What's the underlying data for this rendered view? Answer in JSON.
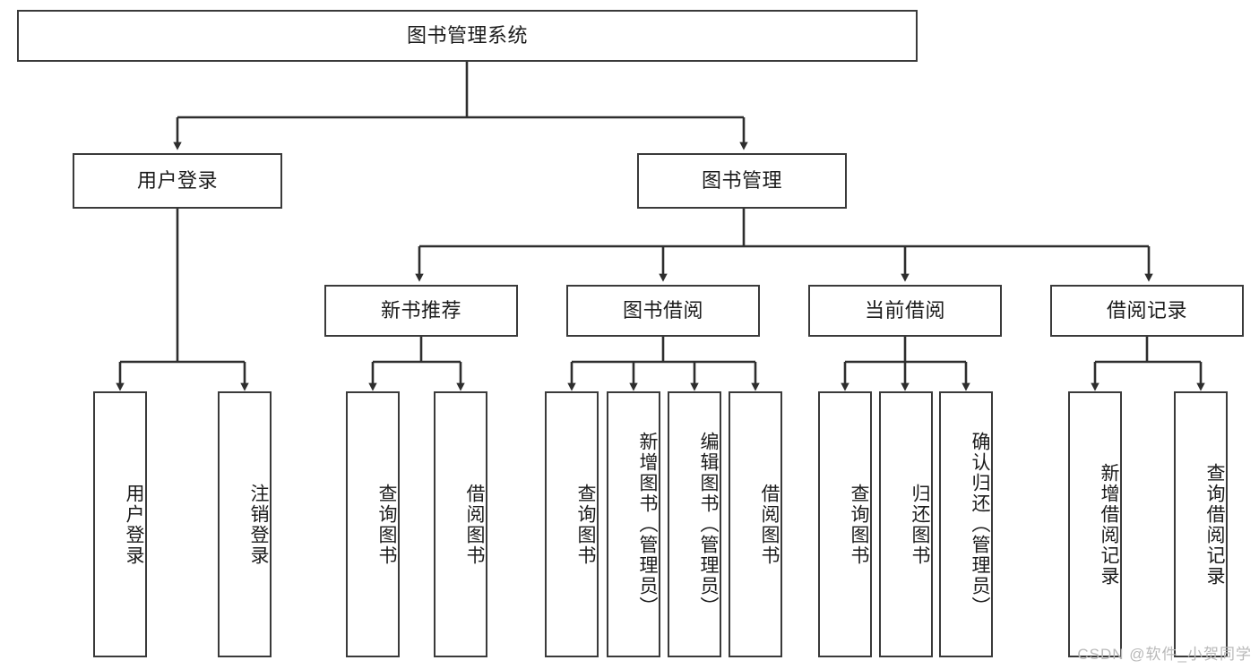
{
  "diagram": {
    "type": "tree-hierarchy",
    "title": "图书管理系统",
    "watermark": "CSDN @软件_小贺同学",
    "colors": {
      "box_border": "#3a3a3a",
      "box_fill": "#ffffff",
      "connector": "#2e2e2e",
      "text": "#1b1b1b",
      "watermark": "#b9b9b9"
    },
    "nodes": {
      "root": {
        "label": "图书管理系统",
        "level": 1
      },
      "l2": [
        {
          "label": "用户登录",
          "level": 2
        },
        {
          "label": "图书管理",
          "level": 2
        }
      ],
      "l3": [
        {
          "label": "新书推荐",
          "level": 3
        },
        {
          "label": "图书借阅",
          "level": 3
        },
        {
          "label": "当前借阅",
          "level": 3
        },
        {
          "label": "借阅记录",
          "level": 3
        }
      ],
      "leaves": {
        "user_login": [
          {
            "label": "用户登录"
          },
          {
            "label": "注销登录"
          }
        ],
        "new_book_recommend": [
          {
            "label": "查询图书"
          },
          {
            "label": "借阅图书"
          }
        ],
        "book_borrow": [
          {
            "label": "查询图书"
          },
          {
            "label": "新增图书（管理员）"
          },
          {
            "label": "编辑图书（管理员）"
          },
          {
            "label": "借阅图书"
          }
        ],
        "current_borrow": [
          {
            "label": "查询图书"
          },
          {
            "label": "归还图书"
          },
          {
            "label": "确认归还（管理员）"
          }
        ],
        "borrow_records": [
          {
            "label": "新增借阅记录"
          },
          {
            "label": "查询借阅记录"
          }
        ]
      }
    }
  }
}
